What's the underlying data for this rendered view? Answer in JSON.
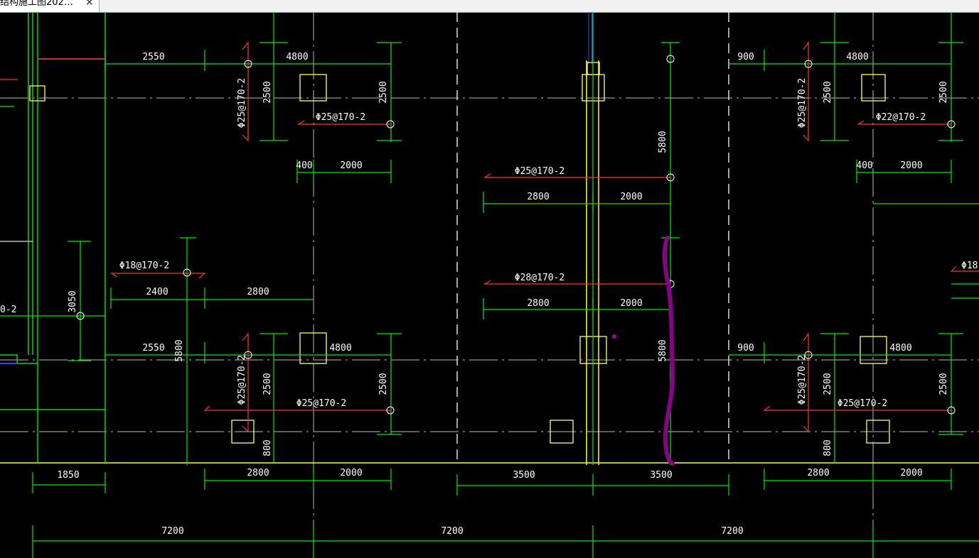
{
  "tab": {
    "title": "结构施工图202…",
    "close_glyph": "✕",
    "close_icon": "close-icon"
  },
  "colors": {
    "background": "#000000",
    "dim": "#00ff00",
    "rebar": "#ff3333",
    "column": "#ffff66",
    "axis": "#cccccc",
    "wall": "#ffff00",
    "annotation": "#8a008a"
  },
  "dims": {
    "d2550a": "2550",
    "d4800a": "4800",
    "d2500a": "2500",
    "d2500b": "2500",
    "d400a": "400",
    "d2000a": "2000",
    "d5800a": "5800",
    "d2800a": "2800",
    "d2000b": "2000",
    "d2800b": "2800",
    "d2000c": "2000",
    "d900a": "900",
    "d4800b": "4800",
    "d2500c": "2500",
    "d2500d": "2500",
    "d400b": "400",
    "d2000d": "2000",
    "d3050": "3050",
    "d2400": "2400",
    "d2800c": "2800",
    "d2550b": "2550",
    "d5800b": "5800",
    "d4800c": "4800",
    "d2500e": "2500",
    "d2500f": "2500",
    "d800a": "800",
    "d5800c": "5800",
    "d900b": "900",
    "d4800d": "4800",
    "d2500g": "2500",
    "d2500h": "2500",
    "d800b": "800",
    "d1850": "1850",
    "d2800d": "2800",
    "d2000e": "2000",
    "d3500a": "3500",
    "d3500b": "3500",
    "d2800e": "2800",
    "d2000f": "2000",
    "d7200a": "7200",
    "d7200b": "7200",
    "d7200c": "7200"
  },
  "rebar": {
    "r1": "Φ25@170-2",
    "r2": "Φ25@170-2",
    "r3": "Φ25@170-2",
    "r4": "Φ28@170-2",
    "r5": "Φ25@170-2",
    "r6": "Φ22@170-2",
    "r7": "Φ18@170-2",
    "r8": "Φ25@170-2",
    "r9": "Φ25@170-2",
    "r10": "Φ25@170-2",
    "r11": "Φ25@170-2",
    "r12": "Φ18",
    "r13": "0-2"
  }
}
